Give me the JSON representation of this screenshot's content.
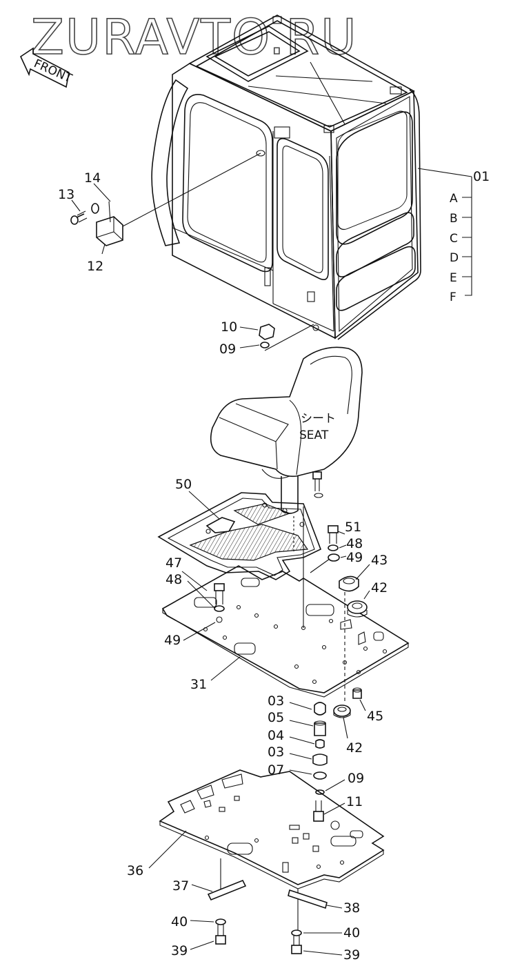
{
  "watermark": "ZURAVTO.RU",
  "front_label": "FRONT",
  "seat": {
    "jp": "シート",
    "en": "SEAT"
  },
  "cab_variants": [
    "A",
    "B",
    "C",
    "D",
    "E",
    "F"
  ],
  "parts": {
    "p01": "01",
    "p03a": "03",
    "p03b": "03",
    "p04": "04",
    "p05": "05",
    "p07": "07",
    "p09a": "09",
    "p09b": "09",
    "p10": "10",
    "p11": "11",
    "p12": "12",
    "p13": "13",
    "p14": "14",
    "p31": "31",
    "p36": "36",
    "p37": "37",
    "p38": "38",
    "p39a": "39",
    "p39b": "39",
    "p40a": "40",
    "p40b": "40",
    "p42a": "42",
    "p42b": "42",
    "p43": "43",
    "p45": "45",
    "p47": "47",
    "p48a": "48",
    "p48b": "48",
    "p49a": "49",
    "p49b": "49",
    "p50": "50",
    "p51": "51"
  }
}
